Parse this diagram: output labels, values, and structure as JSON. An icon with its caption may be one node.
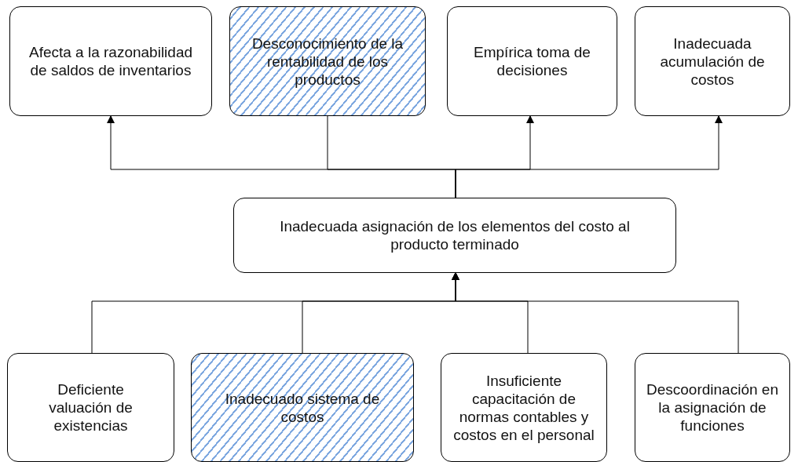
{
  "diagram": {
    "nodes": [
      {
        "text": [
          "Afecta a la razonabilidad de saldos de inventarios"
        ]
      },
      {
        "text": [
          "Desconocimiento de la rentabilidad de los productos"
        ]
      },
      {
        "text": [
          "Empírica toma de decisiones"
        ]
      },
      {
        "text": [
          "Inadecuada acumulación de costos"
        ]
      },
      {
        "text": [
          "Inadecuada asignación de los elementos del costo al producto terminado"
        ]
      },
      {
        "text": [
          "Deficiente valuación de existencias"
        ]
      },
      {
        "text": [
          "Inadecuado sistema de costos"
        ]
      },
      {
        "text": [
          "Insuficiente capacitación de normas contables y costos en el personal"
        ]
      },
      {
        "text": [
          "Descoordinación en la asignación de funciones"
        ]
      }
    ],
    "edges": [
      {
        "from": 4,
        "to": 0,
        "arrow": "to"
      },
      {
        "from": 4,
        "to": 1,
        "arrow": "none"
      },
      {
        "from": 4,
        "to": 2,
        "arrow": "to"
      },
      {
        "from": 4,
        "to": 3,
        "arrow": "to"
      },
      {
        "from": 5,
        "to": 4,
        "arrow": "to"
      },
      {
        "from": 6,
        "to": 4,
        "arrow": "to"
      },
      {
        "from": 7,
        "to": 4,
        "arrow": "to"
      },
      {
        "from": 8,
        "to": 4,
        "arrow": "to"
      }
    ]
  }
}
